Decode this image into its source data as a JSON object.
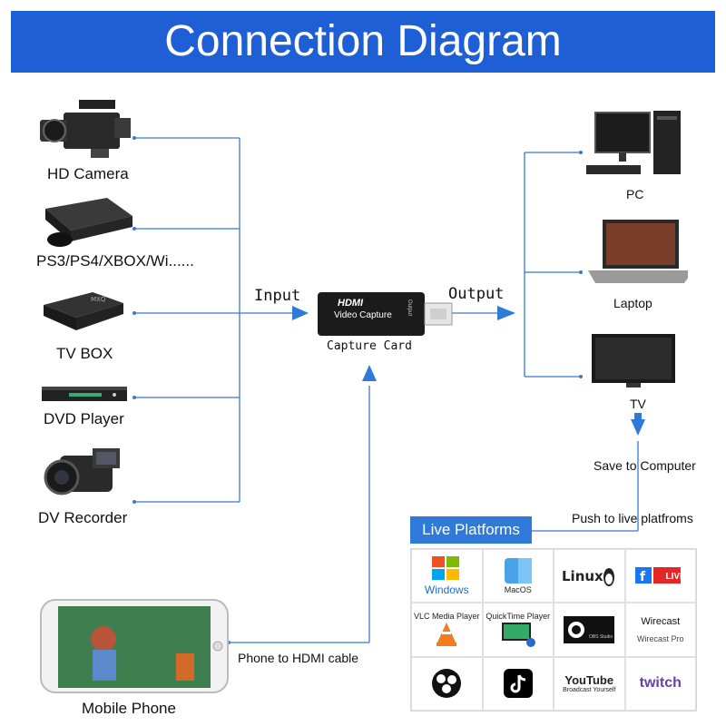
{
  "title": "Connection Diagram",
  "inputs": [
    {
      "label": "HD Camera",
      "icon": "camera-icon"
    },
    {
      "label": "PS3/PS4/XBOX/Wi......",
      "icon": "game-console-icon"
    },
    {
      "label": "TV BOX",
      "icon": "tv-box-icon"
    },
    {
      "label": "DVD Player",
      "icon": "dvd-player-icon"
    },
    {
      "label": "DV Recorder",
      "icon": "camcorder-icon"
    }
  ],
  "input_label": "Input",
  "output_label": "Output",
  "capture_card": {
    "label": "Capture Card",
    "device_text_1": "HDMI",
    "device_text_2": "Video Capture",
    "side_text": "Output"
  },
  "outputs": [
    {
      "label": "PC",
      "icon": "pc-icon"
    },
    {
      "label": "Laptop",
      "icon": "laptop-icon"
    },
    {
      "label": "TV",
      "icon": "tv-icon"
    }
  ],
  "save_label": "Save to Computer",
  "push_label": "Push to live platfroms",
  "phone": {
    "label": "Mobile Phone",
    "cable_label": "Phone to HDMI cable"
  },
  "platforms": {
    "tab_label": "Live Platforms",
    "cells": [
      {
        "text": "Windows",
        "icon": "windows-icon"
      },
      {
        "text": "MacOS",
        "icon": "macos-icon"
      },
      {
        "text": "Linux",
        "icon": "linux-icon"
      },
      {
        "text": "LIVE",
        "icon": "facebook-live-icon"
      },
      {
        "text": "VLC Media Player",
        "icon": "vlc-icon"
      },
      {
        "text": "QuickTime Player",
        "icon": "quicktime-icon"
      },
      {
        "text": "OBS Studio",
        "icon": "obs-studio-icon"
      },
      {
        "text": "Wirecast",
        "sub": "Wirecast Pro",
        "icon": "wirecast-icon"
      },
      {
        "text": "",
        "icon": "obs-icon"
      },
      {
        "text": "",
        "icon": "tiktok-icon"
      },
      {
        "text": "YouTube",
        "sub": "Broadcast Yourself",
        "icon": "youtube-icon"
      },
      {
        "text": "twitch",
        "icon": "twitch-icon"
      }
    ]
  },
  "colors": {
    "banner": "#1f5fd6",
    "wire": "#3a78d4",
    "arrow": "#2f7ad9"
  }
}
